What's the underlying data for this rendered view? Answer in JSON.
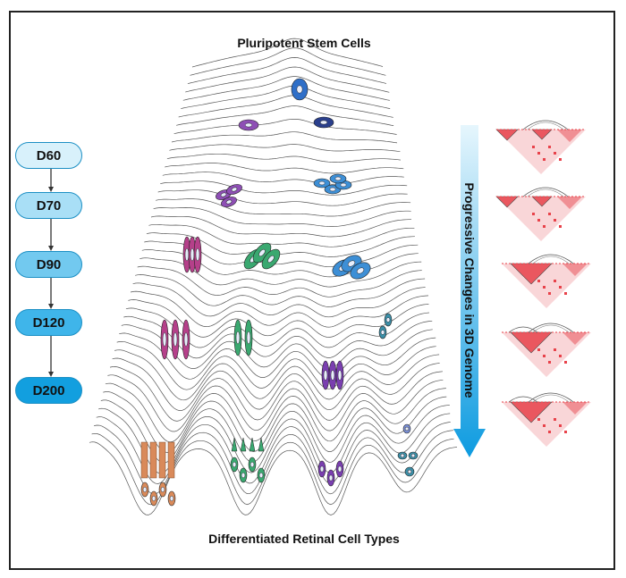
{
  "title_top": "Pluripotent Stem Cells",
  "title_bottom": "Differentiated Retinal Cell Types",
  "timeline": [
    {
      "label": "D60",
      "color": "#d8f1fb"
    },
    {
      "label": "D70",
      "color": "#a9dff6"
    },
    {
      "label": "D90",
      "color": "#72c9ef"
    },
    {
      "label": "D120",
      "color": "#3fb5ea"
    },
    {
      "label": "D200",
      "color": "#129fdf"
    }
  ],
  "arrow_label": "Progressive Changes in 3D Genome",
  "colors": {
    "arrow_top": "#e6f6fd",
    "arrow_bottom": "#0d9be0",
    "heatmap": "#e8424a",
    "heatmap_light": "#f9d6d8"
  },
  "cell_colors": {
    "stem": "#2f6fc8",
    "purple": "#8e4fb5",
    "navy": "#2a3f8c",
    "pink": "#b5408a",
    "green": "#3aa870",
    "blue": "#3d8fd6",
    "orange": "#d98a5a",
    "violet": "#7a3fb0",
    "teal": "#3b8fa8"
  }
}
